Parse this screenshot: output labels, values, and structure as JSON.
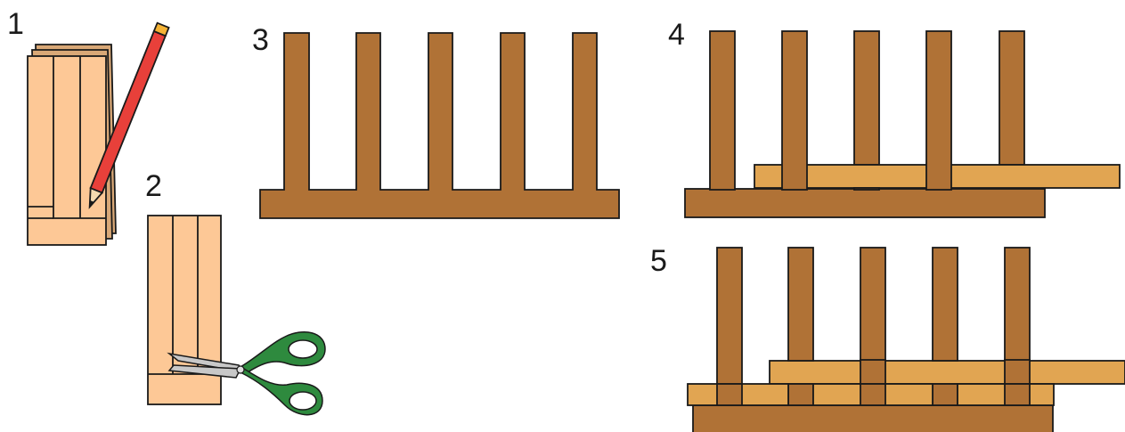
{
  "steps": [
    {
      "number": "1",
      "description_icon": "pencil-icon"
    },
    {
      "number": "2",
      "description_icon": "scissors-icon"
    },
    {
      "number": "3"
    },
    {
      "number": "4"
    },
    {
      "number": "5"
    }
  ],
  "colors": {
    "paper": "#fdc896",
    "paper_back": "#d9a877",
    "comb": "#b07236",
    "weave_strip": "#e1a552",
    "outline": "#1a1a1a",
    "pencil_body": "#e8403a",
    "pencil_band": "#f5b335",
    "scissors_handle": "#2e8a3e",
    "scissors_blade": "#c8c8c8"
  }
}
